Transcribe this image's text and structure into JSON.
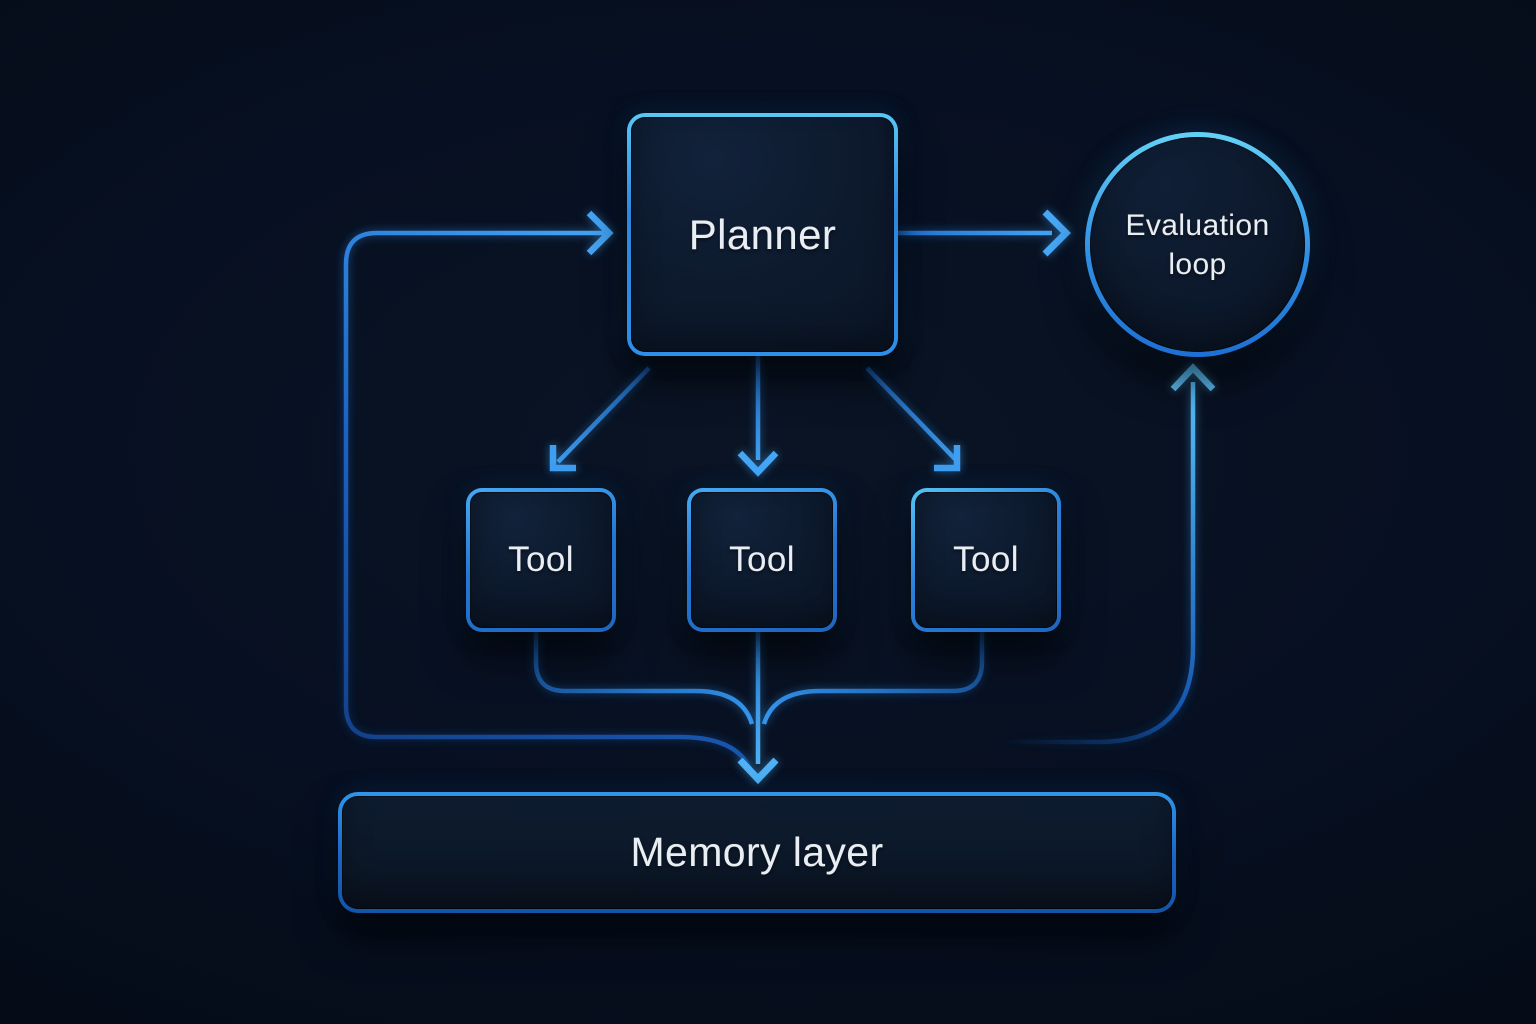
{
  "diagram": {
    "nodes": {
      "planner": {
        "label": "Planner"
      },
      "evaluation": {
        "label": "Evaluation loop"
      },
      "tools": [
        {
          "label": "Tool"
        },
        {
          "label": "Tool"
        },
        {
          "label": "Tool"
        }
      ],
      "memory": {
        "label": "Memory layer"
      }
    },
    "edges": [
      {
        "from": "planner",
        "to": "evaluation-loop"
      },
      {
        "from": "planner",
        "to": "tool-1"
      },
      {
        "from": "planner",
        "to": "tool-2"
      },
      {
        "from": "planner",
        "to": "tool-3"
      },
      {
        "from": "tool-1",
        "to": "memory-layer"
      },
      {
        "from": "tool-2",
        "to": "memory-layer"
      },
      {
        "from": "tool-3",
        "to": "memory-layer"
      },
      {
        "from": "memory-layer",
        "to": "planner"
      },
      {
        "from": "memory-layer",
        "to": "evaluation-loop"
      }
    ],
    "colors": {
      "background": "#060d18",
      "node_fill": "#0d1a2e",
      "accent_bright": "#5ec4f6",
      "accent": "#2f8fe8",
      "accent_deep": "#1255a8",
      "text": "#e9eef4"
    }
  }
}
